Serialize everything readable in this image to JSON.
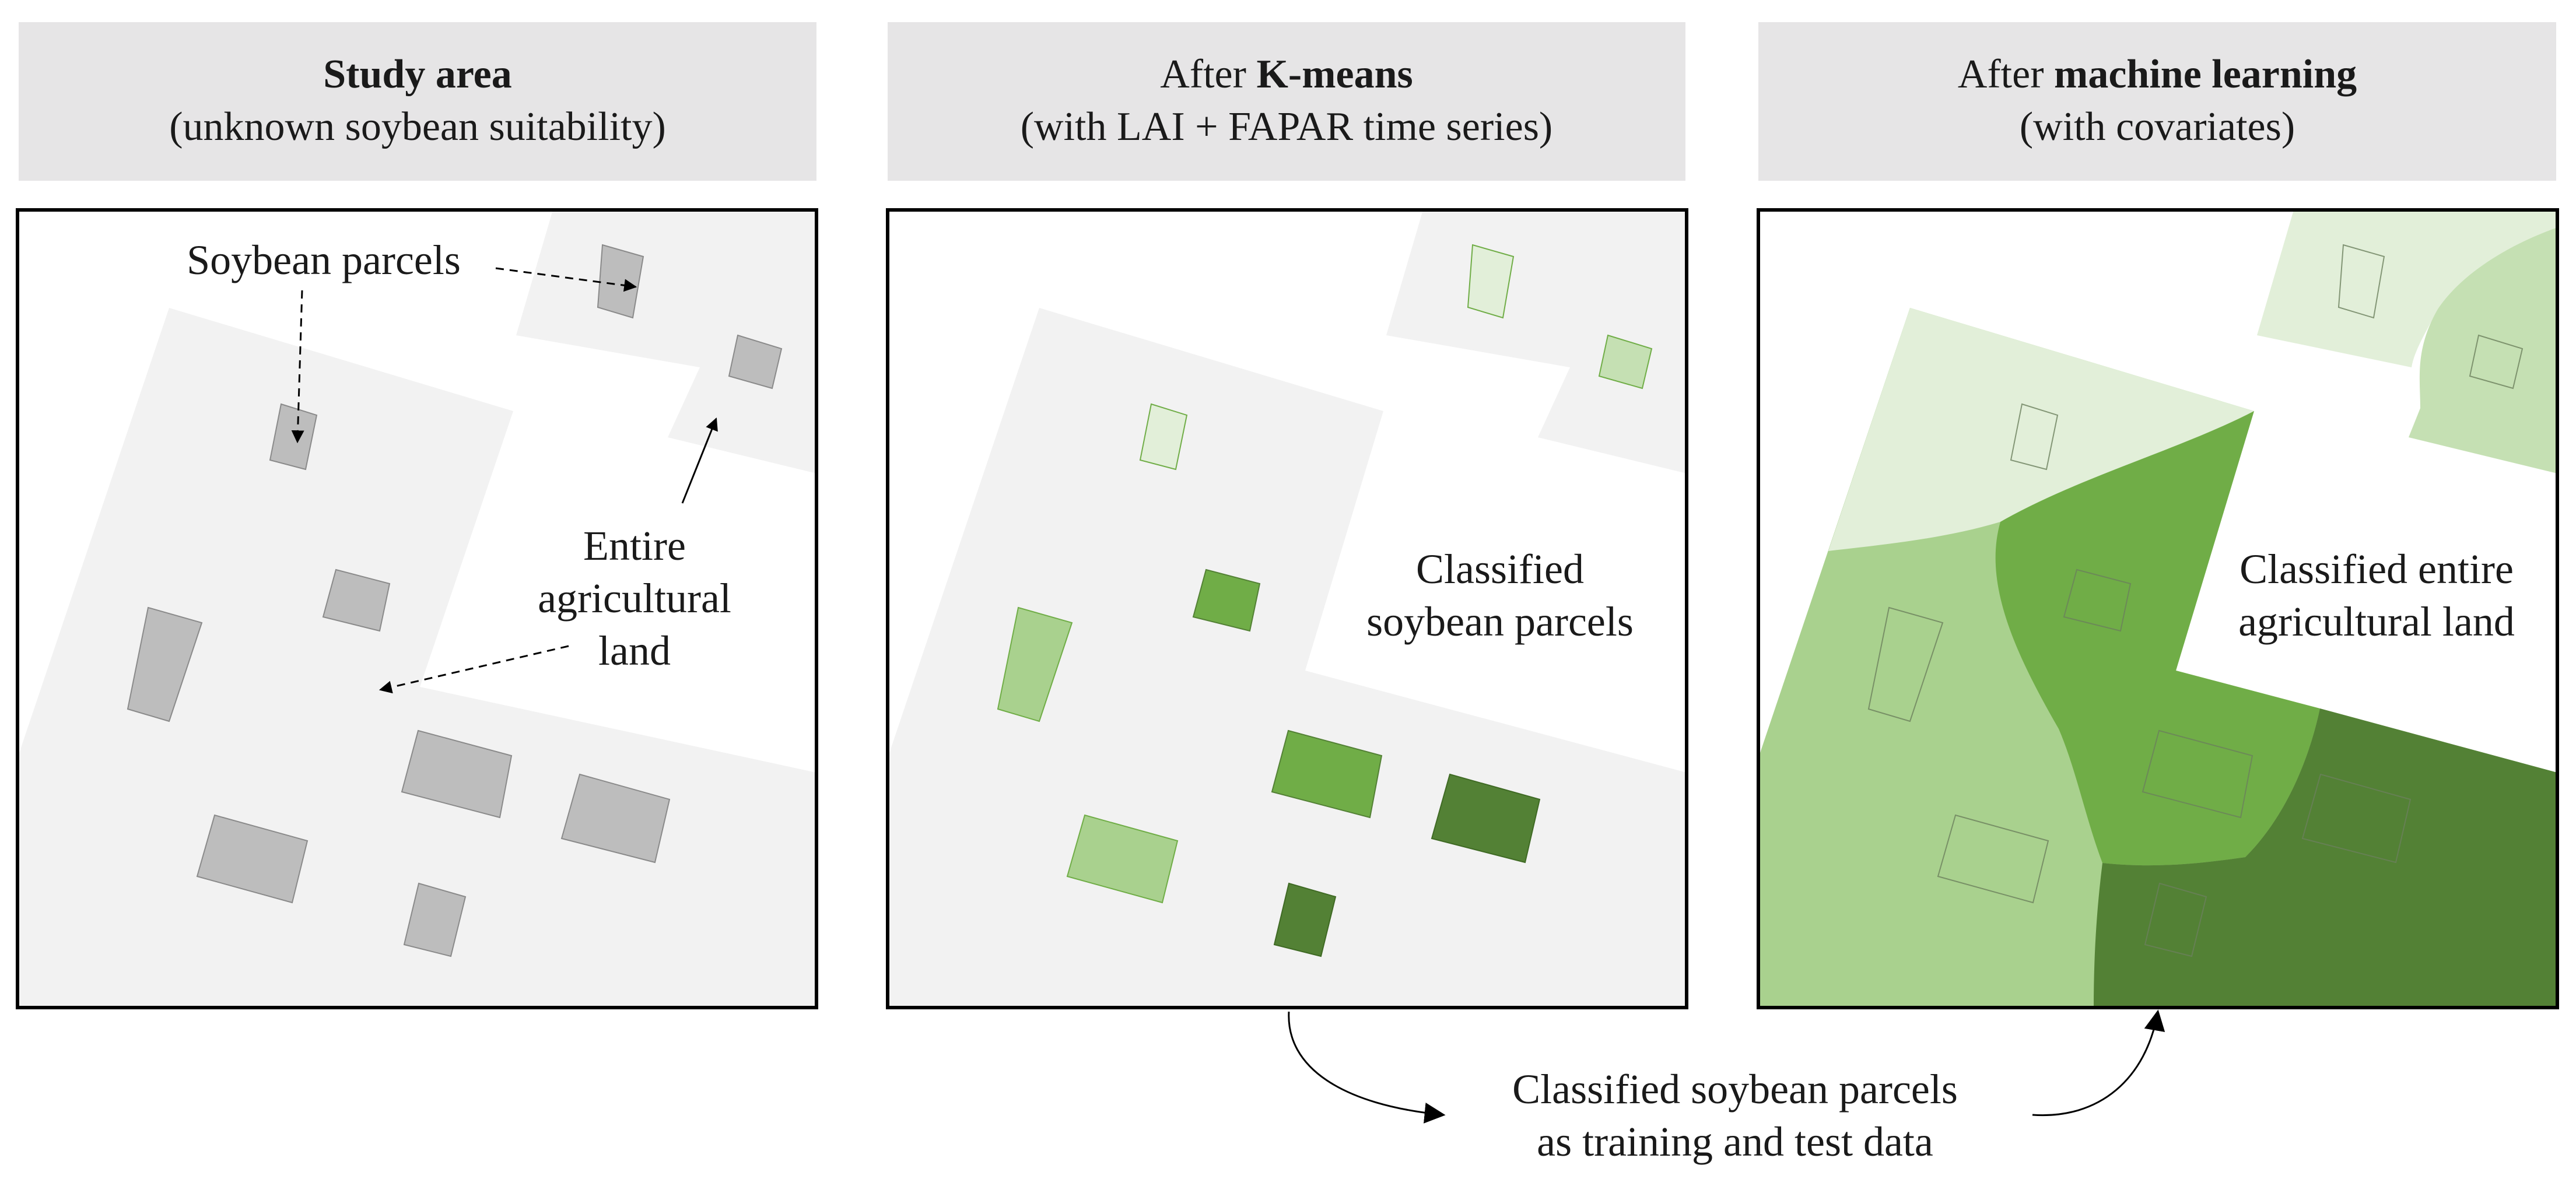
{
  "panels": [
    {
      "header_line1_prefix": "",
      "header_line1_bold": "Study area",
      "header_line2": "(unknown soybean suitability)",
      "labels": {
        "soybean_parcels": "Soybean parcels",
        "entire_line1": "Entire",
        "entire_line2": "agricultural",
        "entire_line3": "land"
      }
    },
    {
      "header_line1_prefix": "After ",
      "header_line1_bold": "K-means",
      "header_line2": "(with LAI + FAPAR time series)",
      "labels": {
        "classified_line1": "Classified",
        "classified_line2": "soybean parcels"
      }
    },
    {
      "header_line1_prefix": "After ",
      "header_line1_bold": "machine learning",
      "header_line2": "(with covariates)",
      "labels": {
        "classified_line1": "Classified entire",
        "classified_line2": "agricultural land"
      }
    }
  ],
  "bottom_caption": {
    "line1": "Classified soybean parcels",
    "line2": "as training and test data"
  },
  "colors": {
    "header_bg": "#e6e5e6",
    "land": "#f2f2f2",
    "parcel_gray": "#bdbdbd",
    "class_very_light": "#e2efd9",
    "class_light": "#c5e0b3",
    "class_medium_light": "#a9d18e",
    "class_medium": "#70ad47",
    "class_dark": "#538135"
  }
}
